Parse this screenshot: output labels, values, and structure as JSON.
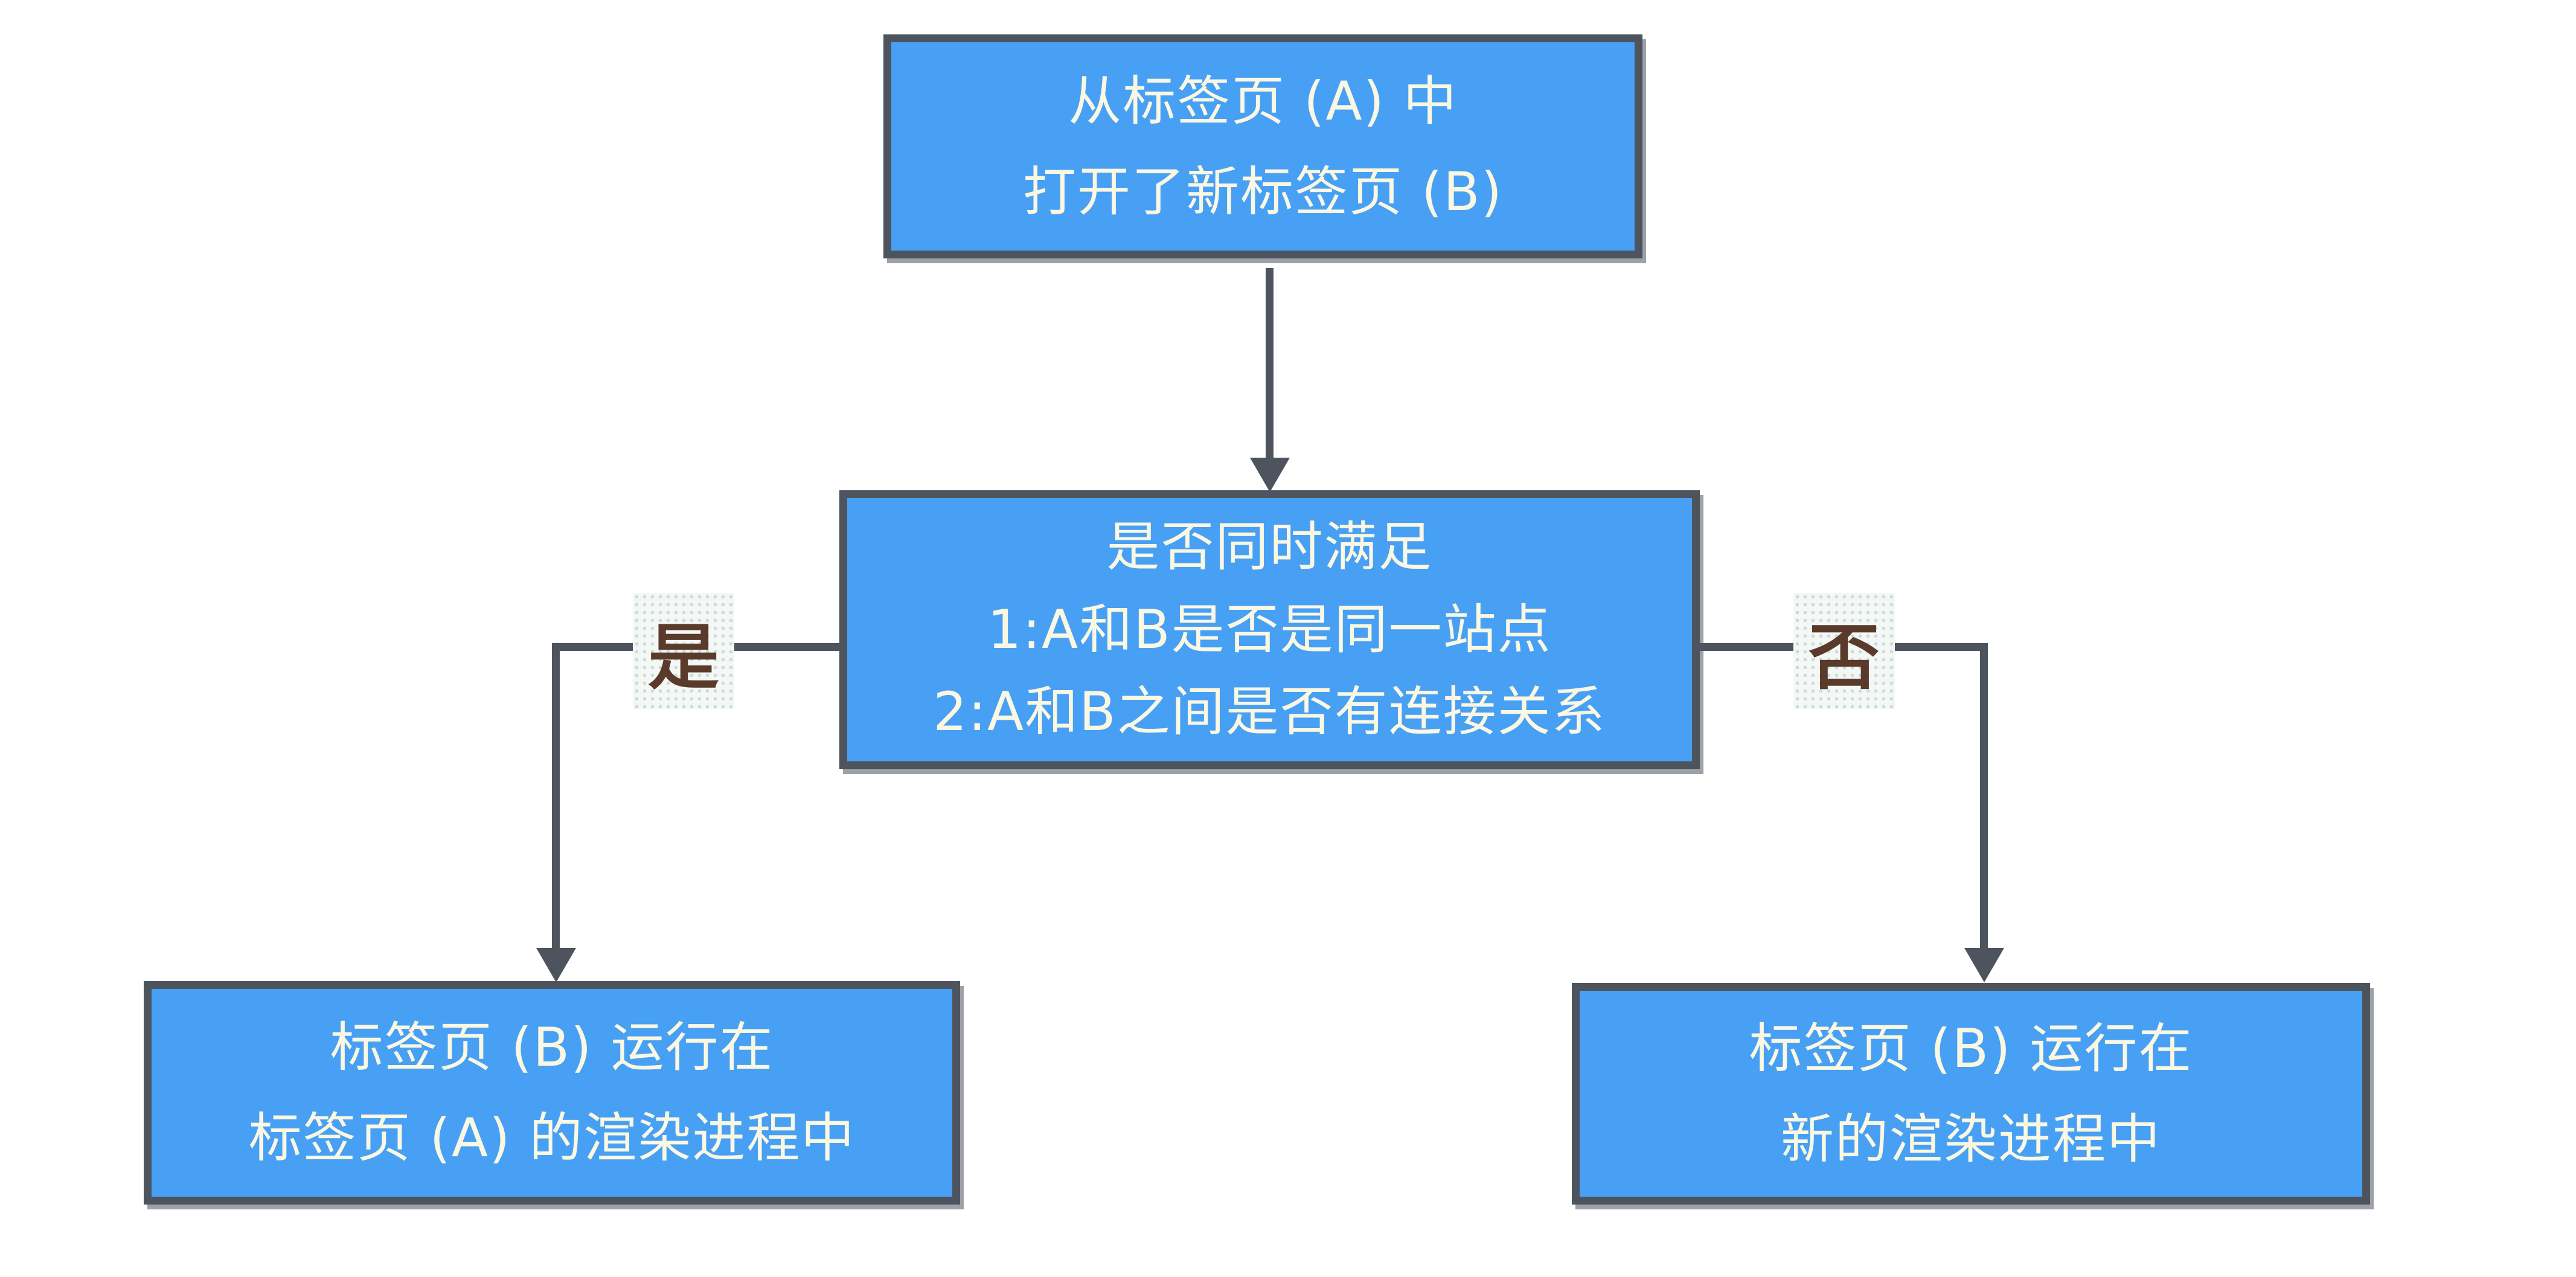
{
  "colors": {
    "node_fill": "#47a0f4",
    "node_border": "#4e545e",
    "node_text": "#faf7e2",
    "connector": "#4e545e",
    "edge_label_text": "#5a3a2a",
    "edge_label_bg": "#f5f7f4",
    "background": "#ffffff"
  },
  "nodes": {
    "start": {
      "lines": [
        "从标签页 (A) 中",
        "打开了新标签页 (B)"
      ]
    },
    "decision": {
      "lines": [
        "是否同时满足",
        "1:A和B是否是同一站点",
        "2:A和B之间是否有连接关系"
      ]
    },
    "yes_result": {
      "lines": [
        "标签页 (B) 运行在",
        "标签页 (A) 的渲染进程中"
      ]
    },
    "no_result": {
      "lines": [
        "标签页 (B) 运行在",
        "新的渲染进程中"
      ]
    }
  },
  "edges": {
    "yes_label": "是",
    "no_label": "否"
  }
}
